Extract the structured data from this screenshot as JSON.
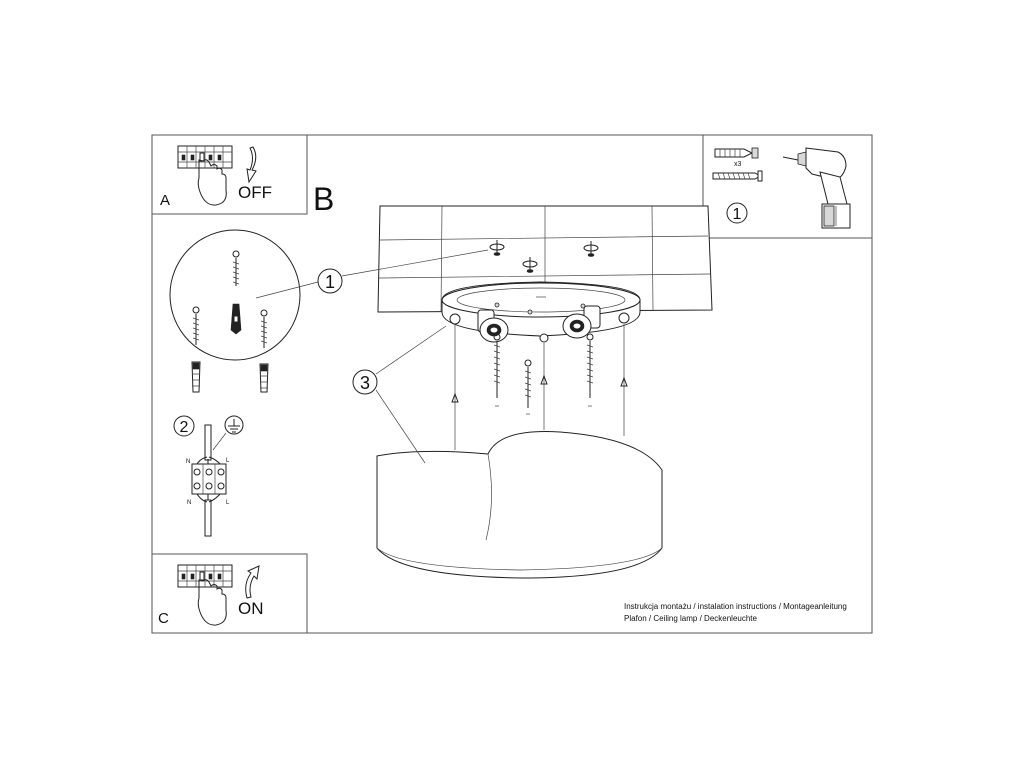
{
  "panels": {
    "a": {
      "letter": "A",
      "state": "OFF"
    },
    "b": {
      "letter": "B"
    },
    "c": {
      "letter": "C",
      "state": "ON"
    }
  },
  "callouts": {
    "one": "1",
    "two": "2",
    "three": "3"
  },
  "tools": {
    "plug_count": "x3",
    "callout": "1"
  },
  "wiring": {
    "neutral": "N",
    "live": "L"
  },
  "footer": {
    "line1": "Instrukcja montażu / instalation instructions / Montageanleitung",
    "line2": "Plafon / Ceiling lamp / Deckenleuchte"
  }
}
